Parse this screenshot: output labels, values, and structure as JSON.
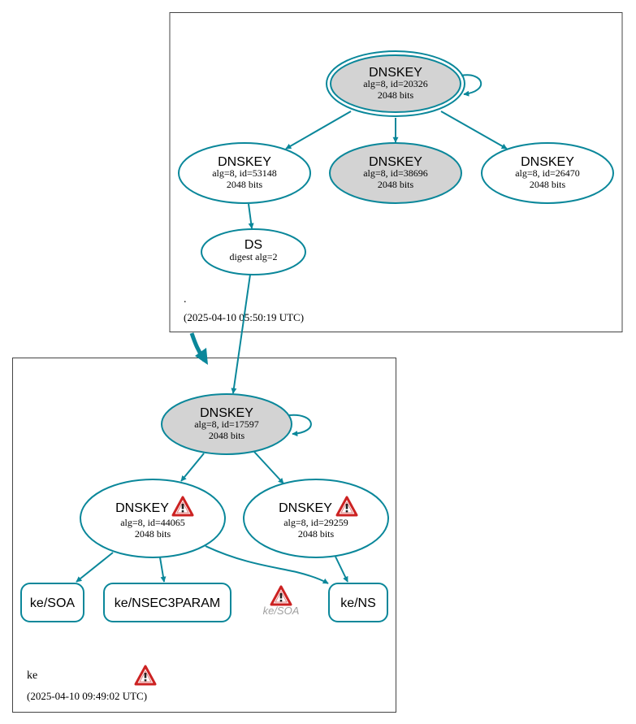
{
  "colors": {
    "edge": "#0a879a",
    "filled_node": "#d3d3d3",
    "cluster_border": "#444444",
    "warn_red": "#cc2222",
    "ghost_text": "#a0a0a0"
  },
  "root_zone": {
    "name": ".",
    "timestamp": "(2025-04-10 05:50:19 UTC)",
    "ksk": {
      "title": "DNSKEY",
      "line1": "alg=8, id=20326",
      "line2": "2048 bits"
    },
    "zsk1": {
      "title": "DNSKEY",
      "line1": "alg=8, id=53148",
      "line2": "2048 bits"
    },
    "zsk2": {
      "title": "DNSKEY",
      "line1": "alg=8, id=38696",
      "line2": "2048 bits"
    },
    "zsk3": {
      "title": "DNSKEY",
      "line1": "alg=8, id=26470",
      "line2": "2048 bits"
    },
    "ds": {
      "title": "DS",
      "line1": "digest alg=2"
    }
  },
  "ke_zone": {
    "name": "ke",
    "timestamp": "(2025-04-10 09:49:02 UTC)",
    "ksk": {
      "title": "DNSKEY",
      "line1": "alg=8, id=17597",
      "line2": "2048 bits"
    },
    "zsk1": {
      "title": "DNSKEY",
      "line1": "alg=8, id=44065",
      "line2": "2048 bits"
    },
    "zsk2": {
      "title": "DNSKEY",
      "line1": "alg=8, id=29259",
      "line2": "2048 bits"
    },
    "rr_soa": "ke/SOA",
    "rr_nsec3param": "ke/NSEC3PARAM",
    "rr_ns": "ke/NS",
    "ghost_soa": "ke/SOA"
  },
  "icons": {
    "warning": "warning-icon"
  }
}
